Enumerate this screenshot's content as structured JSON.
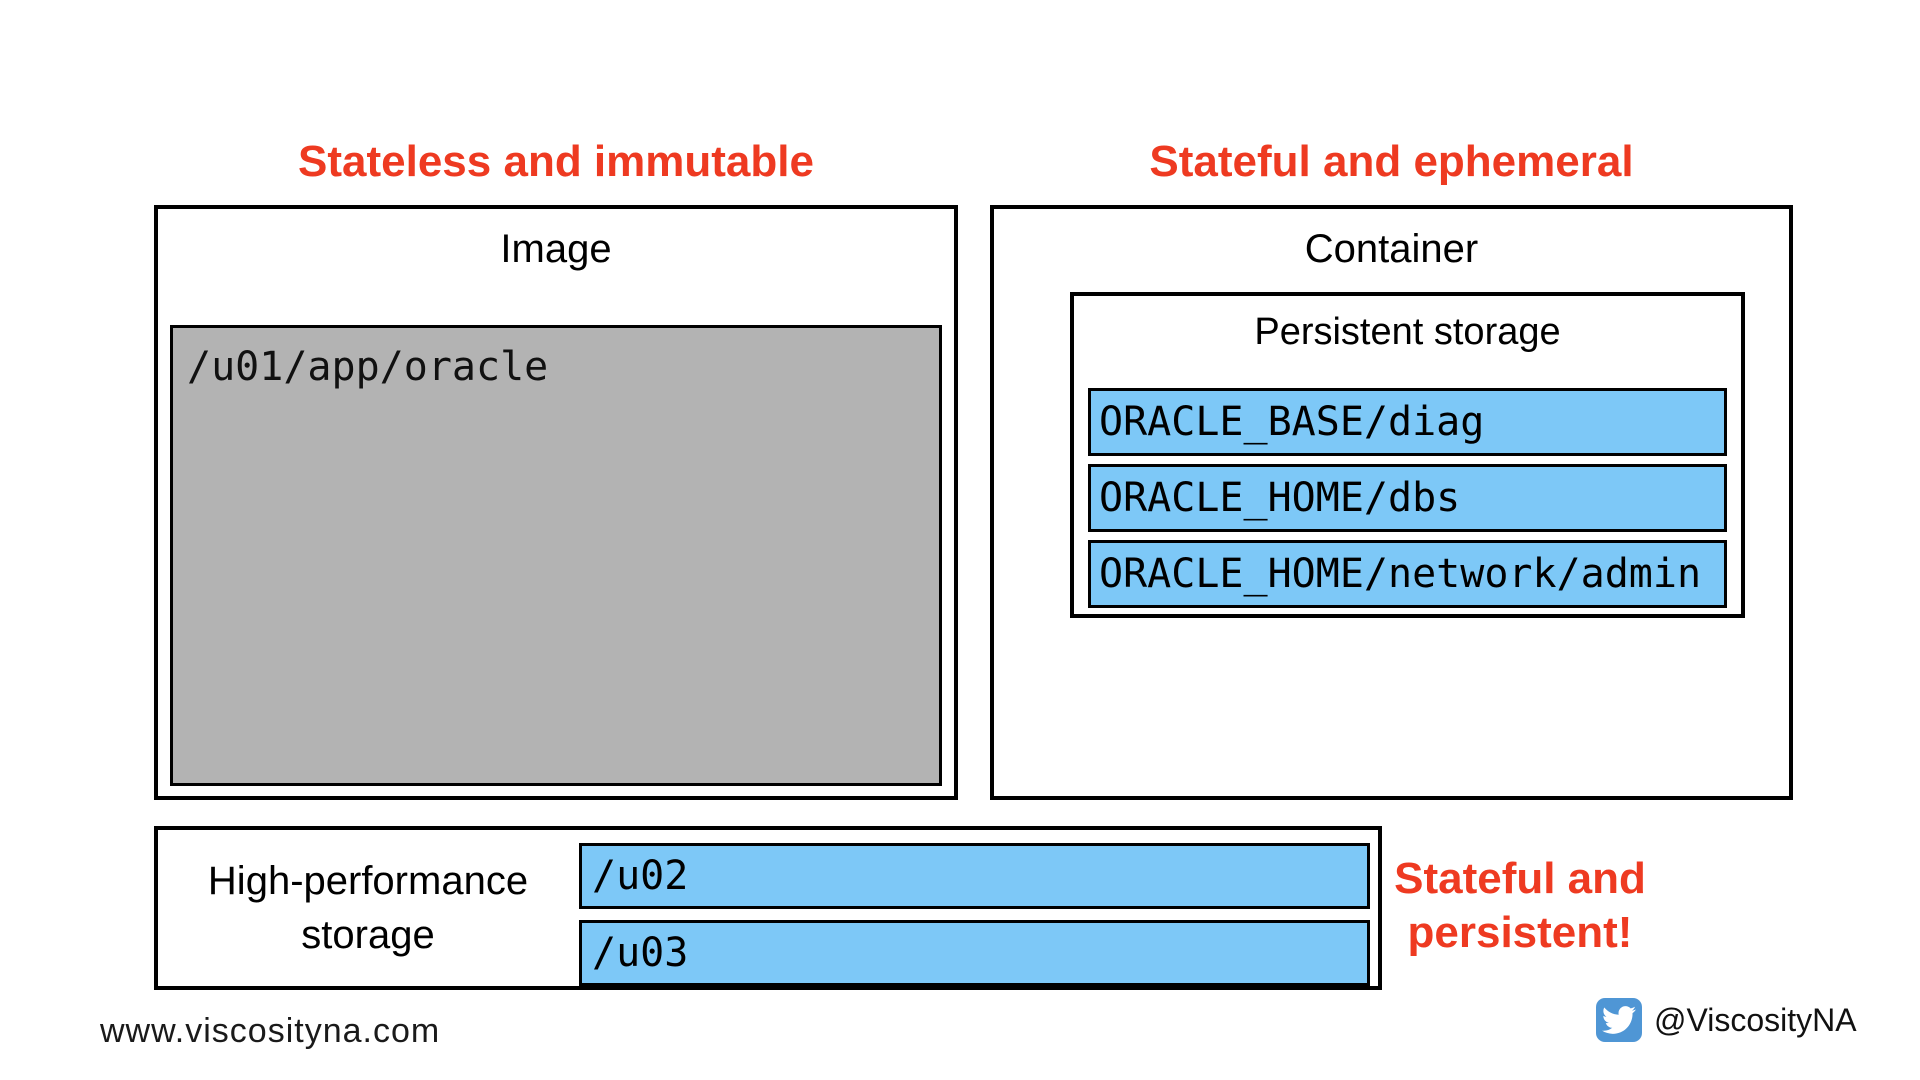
{
  "titles": {
    "left": "Stateless and immutable",
    "right": "Stateful and ephemeral",
    "bottom_right_line1": "Stateful and",
    "bottom_right_line2": "persistent!"
  },
  "image_section": {
    "label": "Image",
    "volume": "/u01/app/oracle"
  },
  "container_section": {
    "label": "Container",
    "persistent_storage": {
      "label": "Persistent storage",
      "volumes": [
        "ORACLE_BASE/diag",
        "ORACLE_HOME/dbs",
        "ORACLE_HOME/network/admin"
      ]
    }
  },
  "storage_section": {
    "label_line1": "High-performance",
    "label_line2": "storage",
    "volumes": [
      "/u02",
      "/u03"
    ]
  },
  "footer": {
    "website": "www.viscosityna.com",
    "twitter_handle": "@ViscosityNA",
    "twitter_icon": "twitter-bird-icon"
  },
  "colors": {
    "accent_red": "#ee3a21",
    "volume_blue": "#7dc8f7",
    "image_gray": "#b3b3b3",
    "twitter_blue": "#4f96d5",
    "border_black": "#000000"
  }
}
